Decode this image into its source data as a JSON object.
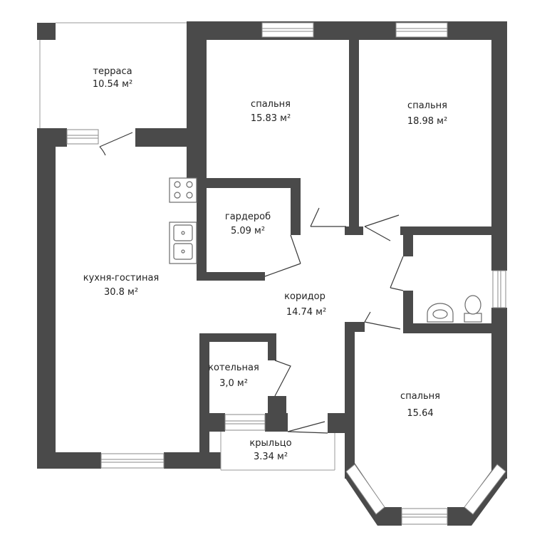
{
  "colors": {
    "wall": "#4a4a4a",
    "window_frame": "#8a8a8a",
    "background": "#ffffff",
    "text": "#222222"
  },
  "rooms": {
    "terrace": {
      "name": "терраса",
      "area": "10.54 м²"
    },
    "bedroom_1": {
      "name": "спальня",
      "area": "15.83 м²"
    },
    "bedroom_2": {
      "name": "спальня",
      "area": "18.98 м²"
    },
    "wardrobe": {
      "name": "гардероб",
      "area": "5.09 м²"
    },
    "kitchen": {
      "name": "кухня-гостиная",
      "area": "30.8 м²"
    },
    "corridor": {
      "name": "коридор",
      "area": "14.74 м²"
    },
    "boiler": {
      "name": "котельная",
      "area": "3,0 м²"
    },
    "bedroom_3": {
      "name": "спальня",
      "area": "15.64"
    },
    "porch": {
      "name": "крыльцо",
      "area": "3.34 м²"
    }
  },
  "fixtures": [
    "stove-icon",
    "sink-icon",
    "washbasin-icon",
    "toilet-icon"
  ]
}
